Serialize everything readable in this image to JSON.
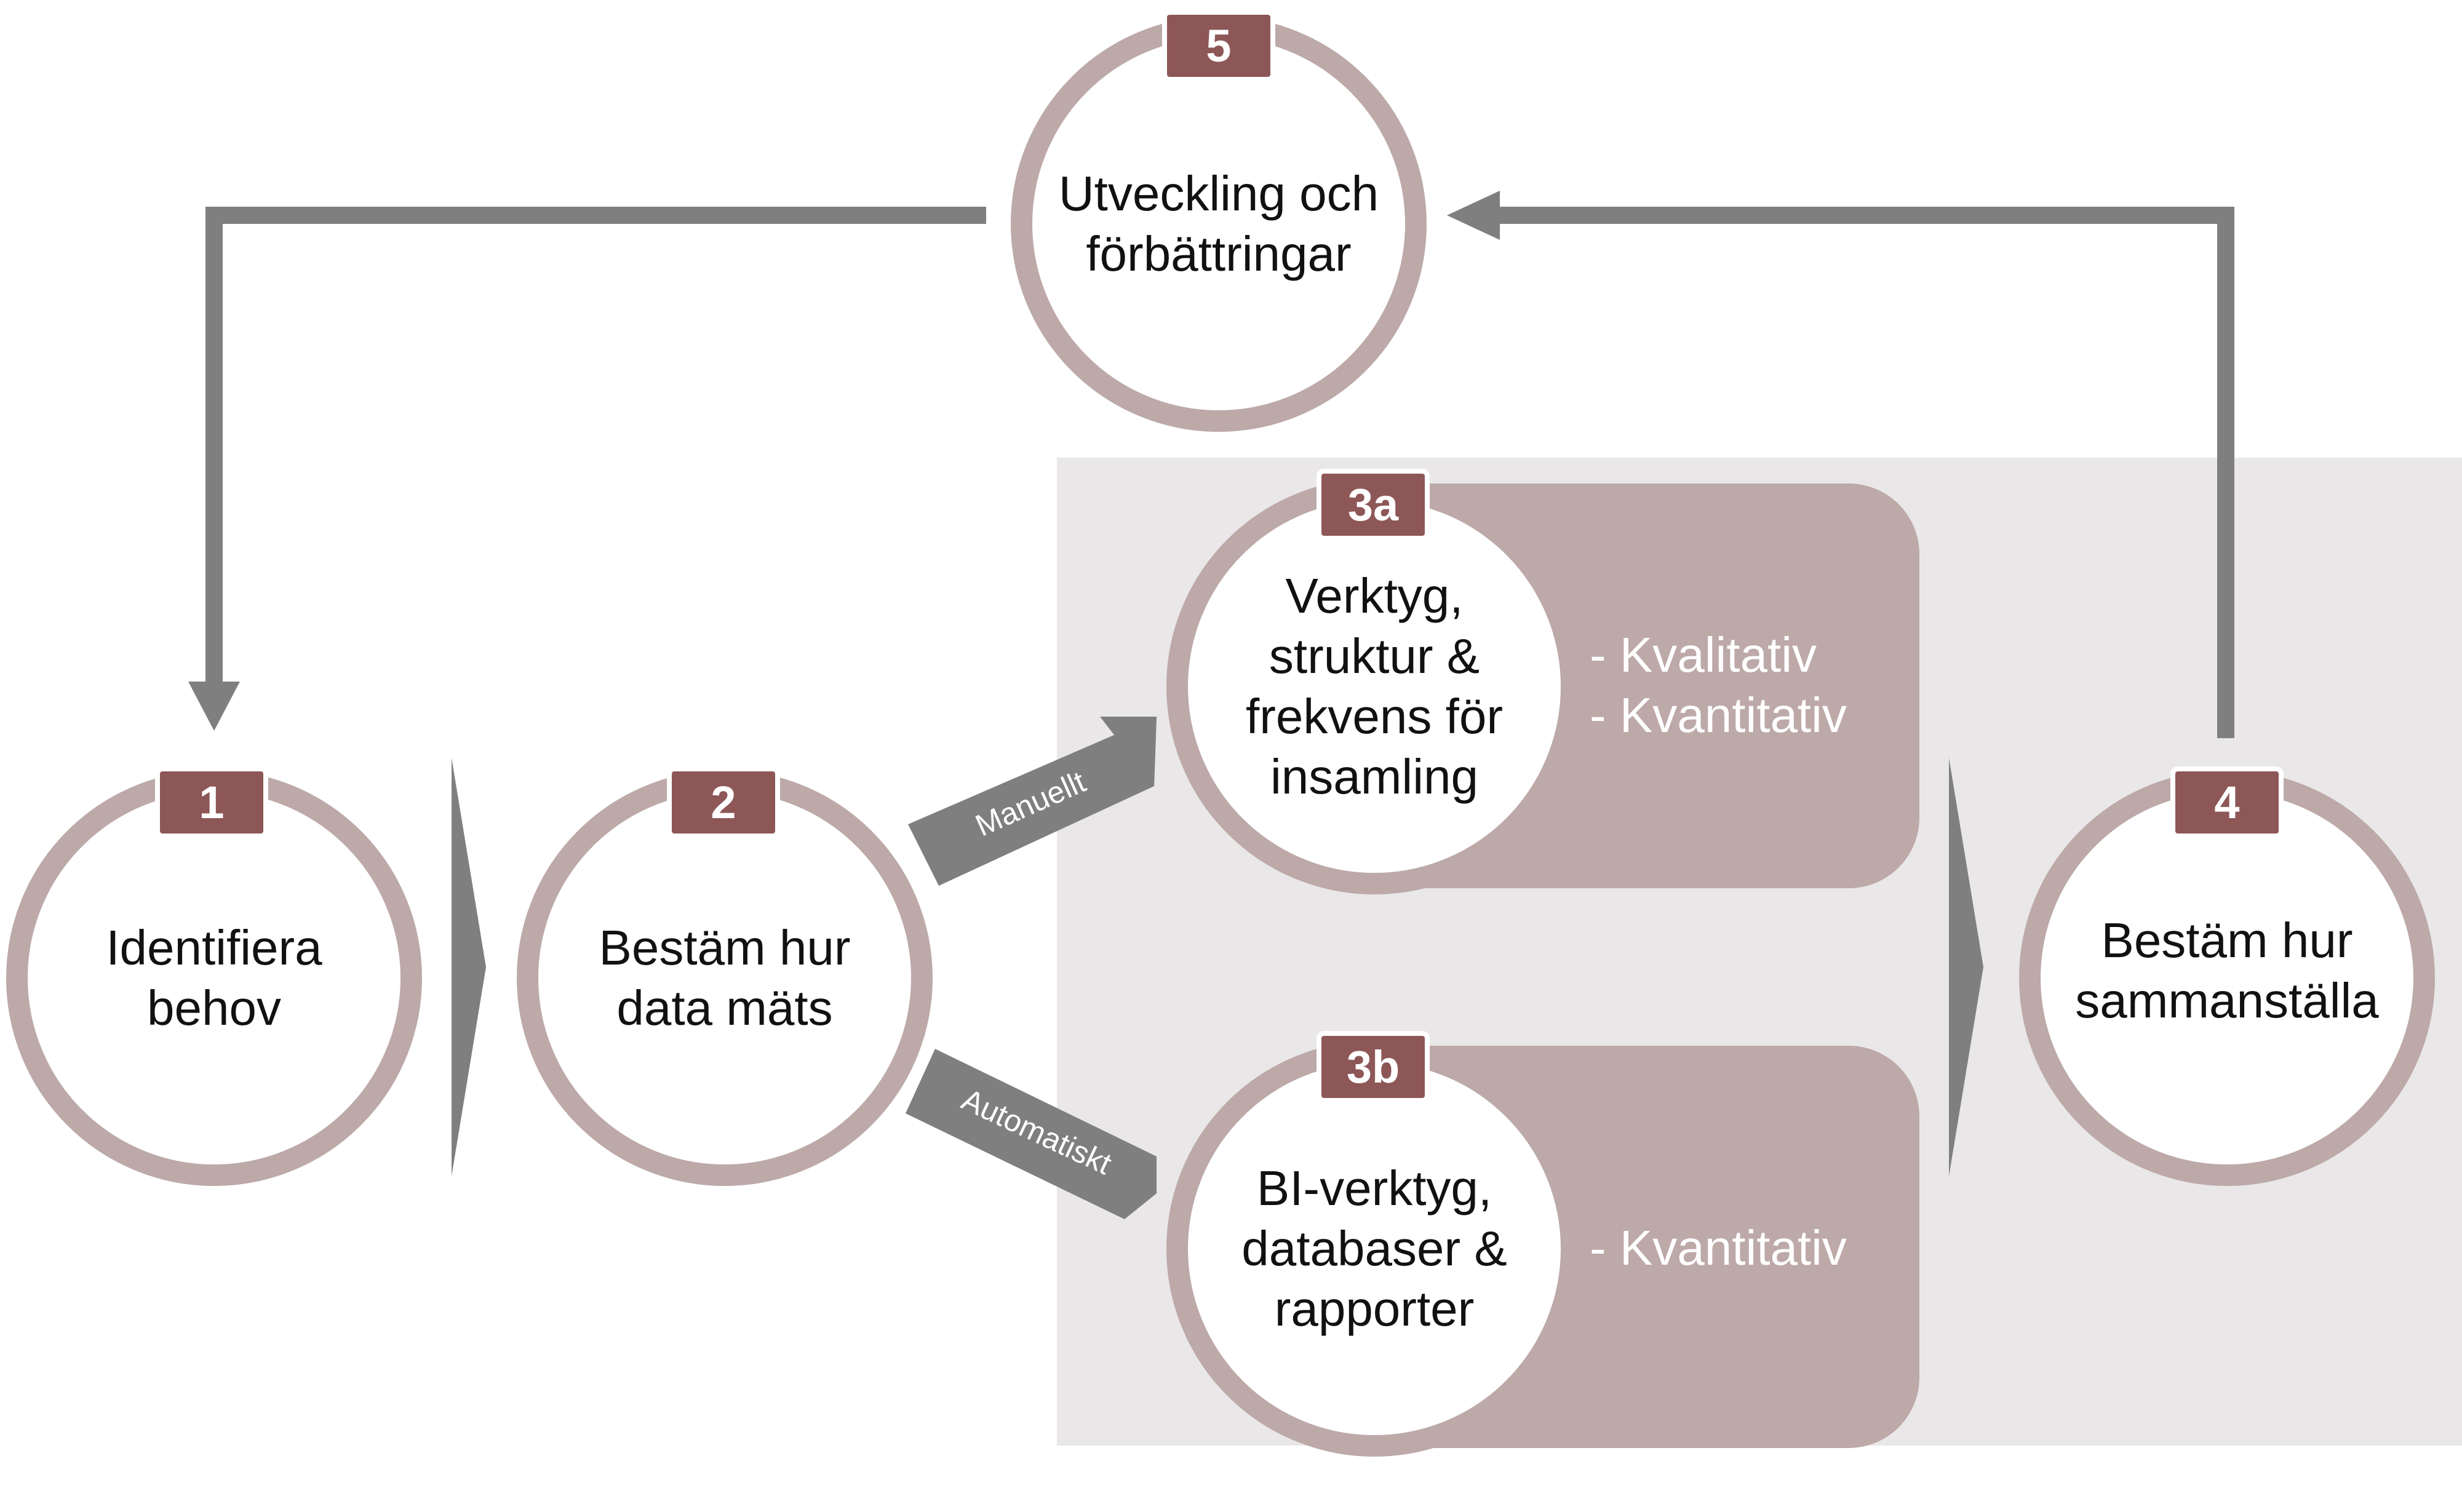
{
  "steps": {
    "s1": {
      "number": "1",
      "label": "Identifiera\nbehov"
    },
    "s2": {
      "number": "2",
      "label": "Bestäm hur\ndata mäts"
    },
    "s3a": {
      "number": "3a",
      "label": "Verktyg,\nstruktur &\nfrekvens för\ninsamling",
      "attributes": [
        "- Kvalitativ",
        "- Kvantitativ"
      ]
    },
    "s3b": {
      "number": "3b",
      "label": "BI-verktyg,\ndatabaser &\nrapporter",
      "attributes": [
        "- Kvantitativ"
      ]
    },
    "s4": {
      "number": "4",
      "label": "Bestäm hur\nsammanställa"
    },
    "s5": {
      "number": "5",
      "label": "Utveckling och\nförbättringar"
    }
  },
  "connectors": {
    "manual": "Manuellt",
    "automatic": "Automatiskt"
  },
  "colors": {
    "ring": "#bca9a8",
    "badge": "#8e5757",
    "panel": "#bca9a8",
    "background_area": "#eae7e8",
    "arrow": "#7f7f7f"
  }
}
